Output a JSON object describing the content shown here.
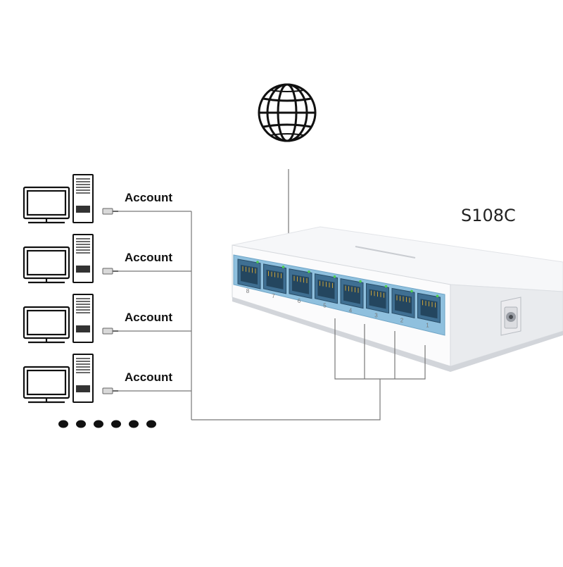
{
  "model_label": "S108C",
  "clients": [
    {
      "label": "Account"
    },
    {
      "label": "Account"
    },
    {
      "label": "Account"
    },
    {
      "label": "Account"
    }
  ],
  "more_indicator_count": 6,
  "switch": {
    "port_numbers": [
      "8",
      "7",
      "6",
      "5",
      "4",
      "3",
      "2",
      "1"
    ],
    "port_color": "#8fc0de",
    "body_color": "#f4f5f7"
  },
  "icons": {
    "internet": "globe-icon",
    "client_monitor": "monitor-icon",
    "client_tower": "pc-tower-icon",
    "client_plug": "ethernet-plug-icon",
    "power": "dc-power-jack-icon"
  }
}
